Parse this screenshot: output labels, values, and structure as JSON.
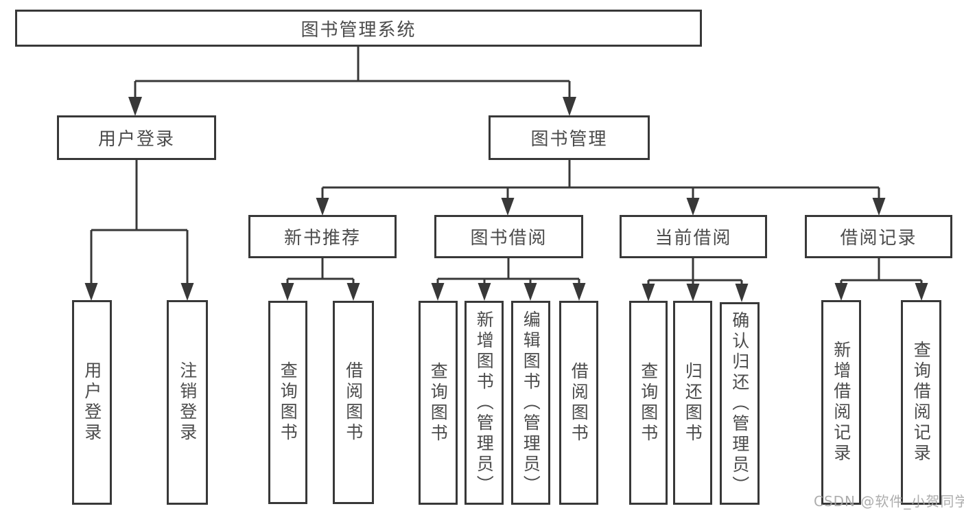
{
  "diagram": {
    "root": {
      "label": "图书管理系统"
    },
    "level2": {
      "user_login": {
        "label": "用户登录"
      },
      "book_management": {
        "label": "图书管理"
      }
    },
    "level3": {
      "new_book_recommend": {
        "label": "新书推荐"
      },
      "book_borrowing": {
        "label": "图书借阅"
      },
      "current_borrowing": {
        "label": "当前借阅"
      },
      "borrowing_records": {
        "label": "借阅记录"
      }
    },
    "leaves": {
      "user_login": {
        "label": "用户登录"
      },
      "logout": {
        "label": "注销登录"
      },
      "recommend_query_books": {
        "label": "查询图书"
      },
      "recommend_borrow_books": {
        "label": "借阅图书"
      },
      "borrowing_query_books": {
        "label": "查询图书"
      },
      "borrowing_add_books": {
        "label": "新增图书（管理员）"
      },
      "borrowing_edit_books": {
        "label": "编辑图书（管理员）"
      },
      "borrowing_borrow_books": {
        "label": "借阅图书"
      },
      "current_query_books": {
        "label": "查询图书"
      },
      "current_return_books": {
        "label": "归还图书"
      },
      "current_confirm_return": {
        "label": "确认归还（管理员）"
      },
      "records_add_record": {
        "label": "新增借阅记录"
      },
      "records_query_record": {
        "label": "查询借阅记录"
      }
    },
    "colors": {
      "line": "#383838",
      "box_border": "#383838",
      "text": "#4b4b4b",
      "background": "#ffffff",
      "watermark": "#a4a4a4"
    }
  },
  "watermark": {
    "text": "CSDN @软件_小贺同学"
  }
}
